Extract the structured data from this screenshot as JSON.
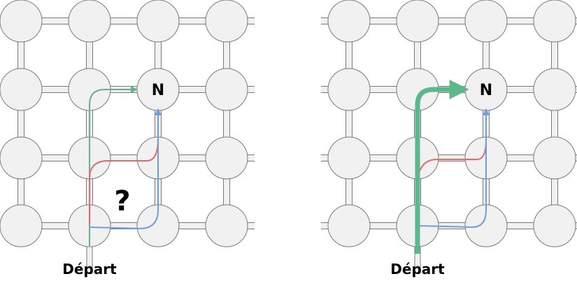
{
  "left_panel": {
    "node_label": "N",
    "start_label": "Départ",
    "question_mark": "?"
  },
  "right_panel": {
    "node_label": "N",
    "start_label": "Départ"
  },
  "colors": {
    "green": "#5cb88a",
    "red": "#e8686a",
    "blue": "#6f9de0",
    "node_fill": "#f1f1f1",
    "node_stroke": "#7a7a7a"
  }
}
